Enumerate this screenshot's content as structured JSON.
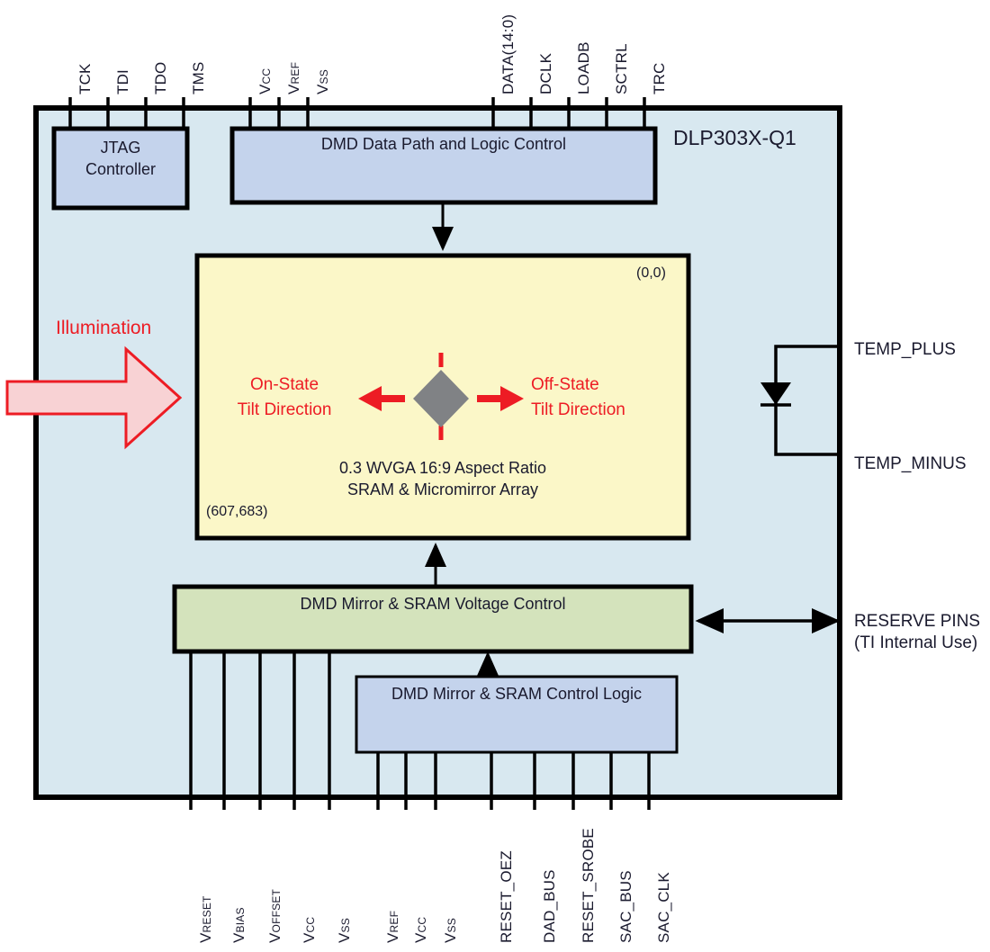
{
  "diagram": {
    "title": "DLP303X-Q1",
    "chip": {
      "label": "DLP303X-Q1",
      "fill": "#d8e8f0",
      "stroke": "#000000"
    },
    "blocks": [
      {
        "id": "jtag",
        "label": "JTAG\nController",
        "line1": "JTAG",
        "line2": "Controller",
        "fill": "#c4d3ec"
      },
      {
        "id": "datapath",
        "label": "DMD Data Path and Logic Control",
        "fill": "#c4d3ec"
      },
      {
        "id": "array",
        "label": "0.3 WVGA 16:9 Aspect Ratio\nSRAM & Micromirror Array",
        "line1": "0.3 WVGA 16:9 Aspect Ratio",
        "line2": "SRAM & Micromirror Array",
        "fill": "#fbf7c8"
      },
      {
        "id": "voltagectrl",
        "label": "DMD Mirror & SRAM Voltage Control",
        "fill": "#d4e3bc"
      },
      {
        "id": "controllogic",
        "label": "DMD Mirror & SRAM Control Logic",
        "fill": "#c4d3ec"
      }
    ],
    "array_annotations": {
      "origin_corner": "(0,0)",
      "far_corner": "(607,683)",
      "on_state_line1": "On-State",
      "on_state_line2": "Tilt Direction",
      "off_state_line1": "Off-State",
      "off_state_line2": "Tilt Direction"
    },
    "illumination": {
      "label": "Illumination",
      "arrow_fill": "#f8d2d4",
      "arrow_stroke": "#ed1c24",
      "text_color": "#ed1c24"
    },
    "top_pins": [
      {
        "name": "TCK",
        "base": "TCK",
        "sub": ""
      },
      {
        "name": "TDI",
        "base": "TDI",
        "sub": ""
      },
      {
        "name": "TDO",
        "base": "TDO",
        "sub": ""
      },
      {
        "name": "TMS",
        "base": "TMS",
        "sub": ""
      },
      {
        "name": "VCC",
        "base": "V",
        "sub": "CC"
      },
      {
        "name": "VREF",
        "base": "V",
        "sub": "REF"
      },
      {
        "name": "VSS",
        "base": "V",
        "sub": "SS"
      },
      {
        "name": "DATA(14:0)",
        "base": "DATA(14:0)",
        "sub": ""
      },
      {
        "name": "DCLK",
        "base": "DCLK",
        "sub": ""
      },
      {
        "name": "LOADB",
        "base": "LOADB",
        "sub": ""
      },
      {
        "name": "SCTRL",
        "base": "SCTRL",
        "sub": ""
      },
      {
        "name": "TRC",
        "base": "TRC",
        "sub": ""
      }
    ],
    "bottom_pins": [
      {
        "name": "VRESET",
        "base": "V",
        "sub": "RESET"
      },
      {
        "name": "VBIAS",
        "base": "V",
        "sub": "BIAS"
      },
      {
        "name": "VOFFSET",
        "base": "V",
        "sub": "OFFSET"
      },
      {
        "name": "VCC",
        "base": "V",
        "sub": "CC"
      },
      {
        "name": "VSS",
        "base": "V",
        "sub": "SS"
      },
      {
        "name": "VREF",
        "base": "V",
        "sub": "REF"
      },
      {
        "name": "VCC2",
        "base": "V",
        "sub": "CC"
      },
      {
        "name": "VSS2",
        "base": "V",
        "sub": "SS"
      },
      {
        "name": "RESET_OEZ",
        "base": "RESET_OEZ",
        "sub": ""
      },
      {
        "name": "DAD_BUS",
        "base": "DAD_BUS",
        "sub": ""
      },
      {
        "name": "RESET_SROBE",
        "base": "RESET_SROBE",
        "sub": ""
      },
      {
        "name": "SAC_BUS",
        "base": "SAC_BUS",
        "sub": ""
      },
      {
        "name": "SAC_CLK",
        "base": "SAC_CLK",
        "sub": ""
      }
    ],
    "right_labels": {
      "temp_plus": "TEMP_PLUS",
      "temp_minus": "TEMP_MINUS",
      "reserve_line1": "RESERVE PINS",
      "reserve_line2": "(TI Internal Use)"
    }
  }
}
